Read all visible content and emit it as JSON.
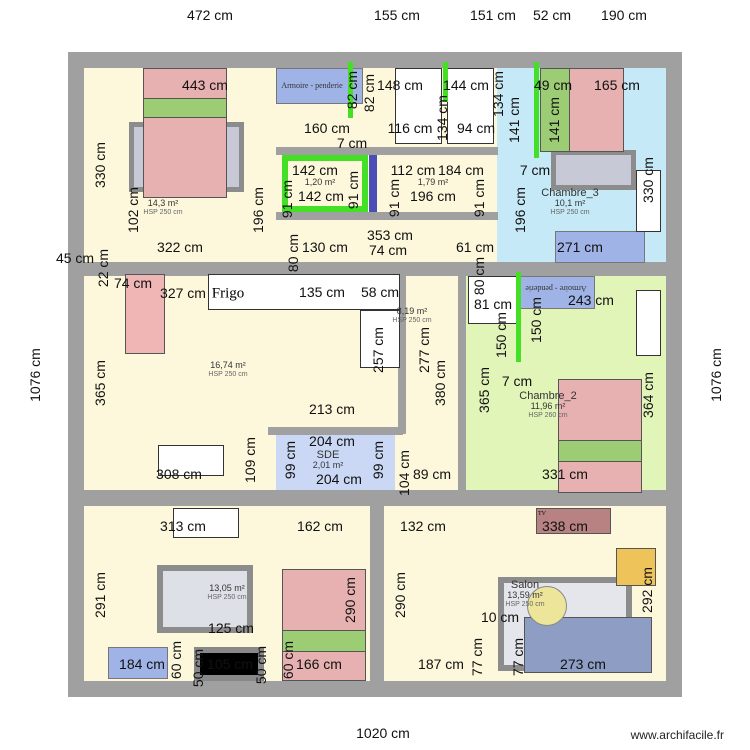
{
  "outer_dimensions": {
    "top": [
      "472 cm",
      "155 cm",
      "151 cm",
      "52 cm",
      "190 cm"
    ],
    "bottom": "1020 cm",
    "left": "1076 cm",
    "right": "1076 cm"
  },
  "dimensions": [
    "443 cm",
    "82 cm",
    "82 cm",
    "148 cm",
    "144 cm",
    "49 cm",
    "165 cm",
    "160 cm",
    "7 cm",
    "116 cm",
    "94 cm",
    "134 cm",
    "134 cm",
    "141 cm",
    "141 cm",
    "7 cm",
    "330 cm",
    "330 cm",
    "142 cm",
    "142 cm",
    "91 cm",
    "91 cm",
    "112 cm",
    "184 cm",
    "196 cm",
    "91 cm",
    "91 cm",
    "196 cm",
    "196 cm",
    "102 cm",
    "322 cm",
    "130 cm",
    "353 cm",
    "74 cm",
    "61 cm",
    "80 cm",
    "80 cm",
    "271 cm",
    "45 cm",
    "22 cm",
    "74 cm",
    "327 cm",
    "135 cm",
    "58 cm",
    "81 cm",
    "243 cm",
    "150 cm",
    "150 cm",
    "257 cm",
    "277 cm",
    "380 cm",
    "365 cm",
    "365 cm",
    "364 cm",
    "7 cm",
    "213 cm",
    "109 cm",
    "99 cm",
    "99 cm",
    "204 cm",
    "204 cm",
    "308 cm",
    "89 cm",
    "104 cm",
    "331 cm",
    "313 cm",
    "162 cm",
    "132 cm",
    "338 cm",
    "291 cm",
    "290 cm",
    "290 cm",
    "292 cm",
    "125 cm",
    "10 cm",
    "184 cm",
    "60 cm",
    "105 cm",
    "50 cm",
    "50 cm",
    "60 cm",
    "166 cm",
    "187 cm",
    "77 cm",
    "77 cm",
    "273 cm"
  ],
  "rooms": [
    {
      "name": "",
      "area": "14,3 m²",
      "hsp": "HSP 250 cm"
    },
    {
      "name": "",
      "area": "1,20 m²",
      "hsp": ""
    },
    {
      "name": "",
      "area": "1,79 m²",
      "hsp": ""
    },
    {
      "name": "Chambre_3",
      "area": "10,1 m²",
      "hsp": "HSP 250 cm"
    },
    {
      "name": "",
      "area": "8,19 m²",
      "hsp": "HSP 250 cm"
    },
    {
      "name": "",
      "area": "16,74 m²",
      "hsp": "HSP 250 cm"
    },
    {
      "name": "Chambre_2",
      "area": "11,96 m²",
      "hsp": "HSP 260 cm"
    },
    {
      "name": "SDE",
      "area": "2,01 m²",
      "hsp": ""
    },
    {
      "name": "",
      "area": "13,05 m²",
      "hsp": "HSP 250 cm"
    },
    {
      "name": "Salon",
      "area": "13,59 m²",
      "hsp": "HSP 250 cm"
    }
  ],
  "furniture_labels": {
    "wardrobe_1": "Armoire - penderie",
    "wardrobe_2": "Armoire - penderie",
    "fridge": "Frigo",
    "tv": "TV"
  },
  "watermark": "www.archifacile.fr",
  "colors": {
    "wall": "#a0a0a0",
    "cream_room": "#fdf8dc",
    "blue_room": "#c6e9f7",
    "green_room": "#e2f5b9",
    "sde_room": "#cad8f5",
    "bed": "#e8b1b1",
    "bed_green": "#9ccc74",
    "wardrobe": "#9fb3e6",
    "partition_green": "#44e026",
    "sofa": "#8d9dc4"
  }
}
